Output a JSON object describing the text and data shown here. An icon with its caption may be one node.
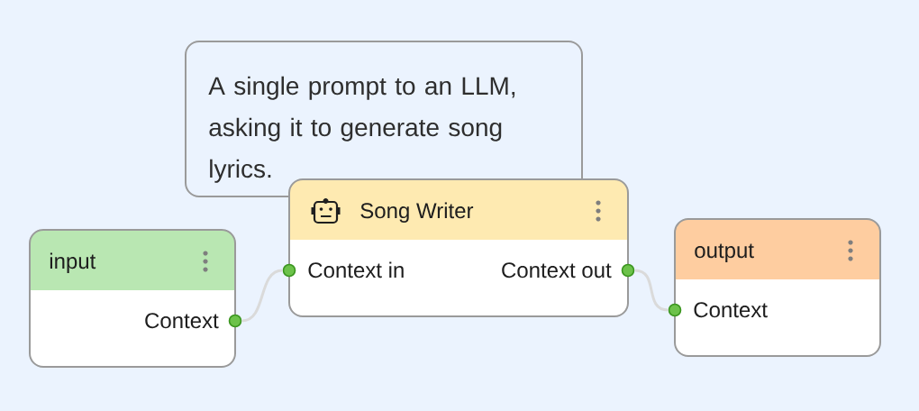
{
  "diagram": {
    "nodes": [
      {
        "text": [
          "A single prompt to an LLM, asking it to generate song lyrics."
        ]
      },
      {
        "text": [
          "input",
          "Context"
        ]
      },
      {
        "text": [
          "Song Writer",
          "Context in",
          "Context out"
        ]
      },
      {
        "text": [
          "output",
          "Context"
        ]
      }
    ],
    "edges": [
      {
        "from": 1,
        "to": 2,
        "arrow": "none"
      },
      {
        "from": 2,
        "to": 3,
        "arrow": "none"
      }
    ]
  }
}
